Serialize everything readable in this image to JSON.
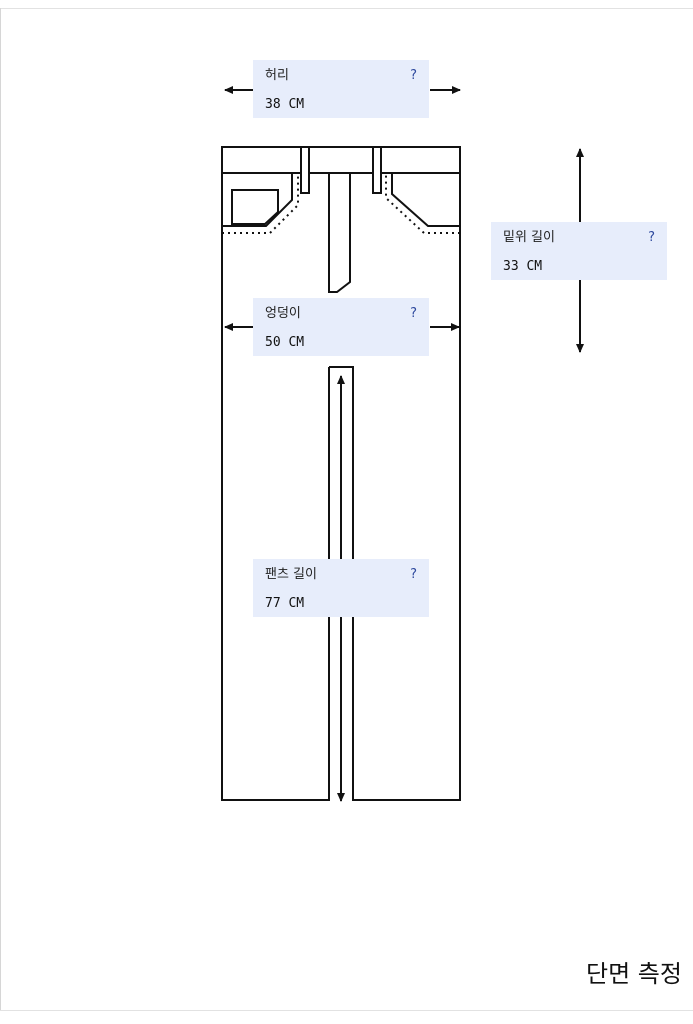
{
  "measurements": {
    "waist": {
      "label": "허리",
      "help": "?",
      "value": "38 CM"
    },
    "rise": {
      "label": "밑위 길이",
      "help": "?",
      "value": "33 CM"
    },
    "hip": {
      "label": "엉덩이",
      "help": "?",
      "value": "50 CM"
    },
    "length": {
      "label": "팬츠 길이",
      "help": "?",
      "value": "77 CM"
    }
  },
  "footer": {
    "text": "단면 측정"
  }
}
